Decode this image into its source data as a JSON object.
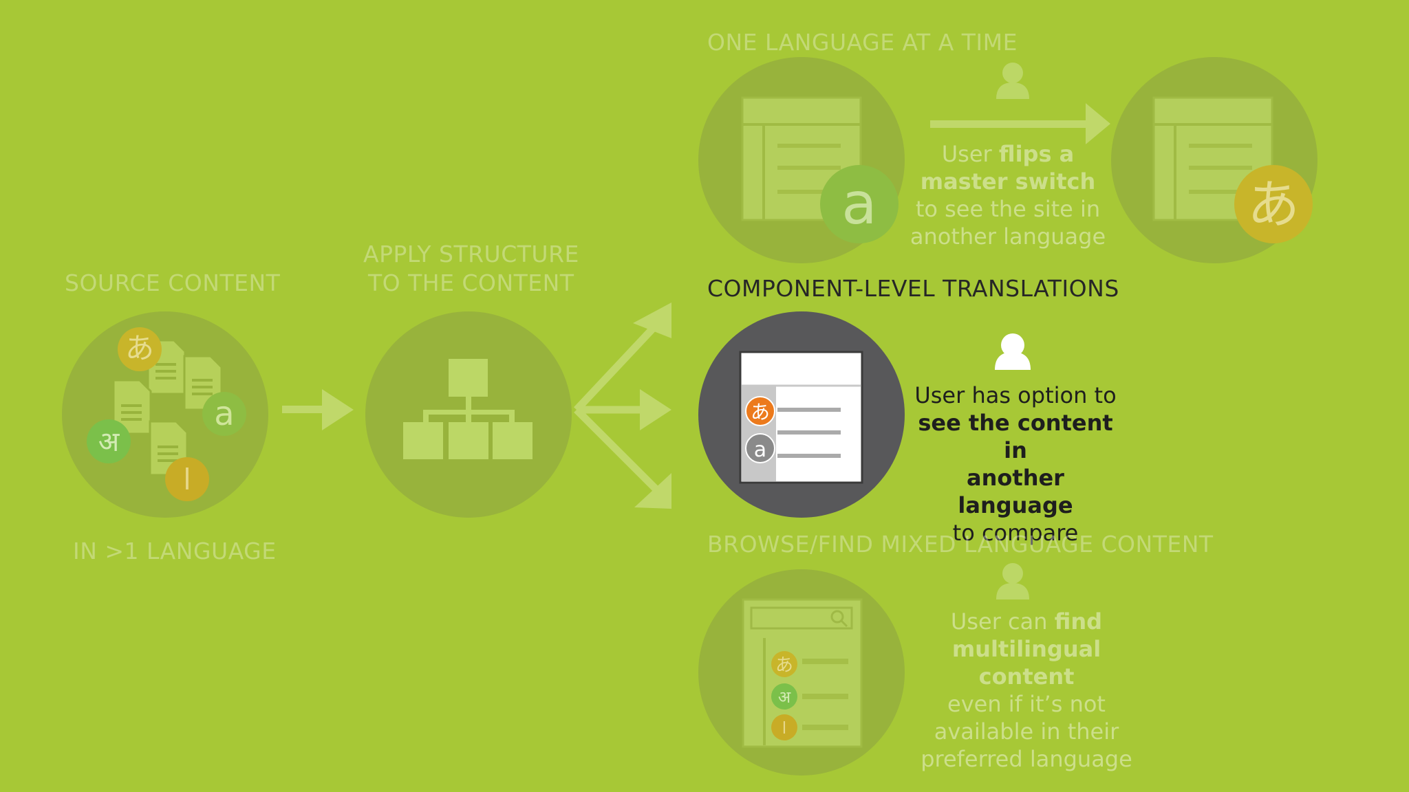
{
  "source": {
    "title": "SOURCE CONTENT",
    "subtitle": "IN >1 LANGUAGE",
    "glyphs": [
      "あ",
      "a",
      "अ",
      "ا"
    ]
  },
  "structure": {
    "title_line1": "APPLY STRUCTURE",
    "title_line2": "TO THE CONTENT"
  },
  "one_language": {
    "title": "ONE LANGUAGE AT A TIME",
    "desc_1a": "User ",
    "desc_1b": "flips a",
    "desc_2": "master switch",
    "desc_3": "to see the site in",
    "desc_4": "another language",
    "glyph_left": "a",
    "glyph_right": "あ"
  },
  "component_level": {
    "title": "COMPONENT-LEVEL TRANSLATIONS",
    "desc_1": "User has option to",
    "desc_2": "see the content in",
    "desc_3": "another language",
    "desc_4": "to compare",
    "glyph_1": "あ",
    "glyph_2": "a"
  },
  "browse_find": {
    "title": "BROWSE/FIND MIXED LANGUAGE CONTENT",
    "desc_1a": "User can ",
    "desc_1b": "find",
    "desc_2": "multilingual content",
    "desc_3": "even if it’s not",
    "desc_4": "available in their",
    "desc_5": "preferred language",
    "glyph_1": "あ",
    "glyph_2": "अ",
    "glyph_3": "ا"
  },
  "colors": {
    "background": "#a7c836",
    "circle_faded": "#98b33c",
    "circle_active": "#58585a",
    "orange_badge": "#ec7a1c",
    "gray_badge": "#8a8a8a",
    "yellow_badge": "#c8b52a",
    "green_badge": "#7bc04a"
  }
}
